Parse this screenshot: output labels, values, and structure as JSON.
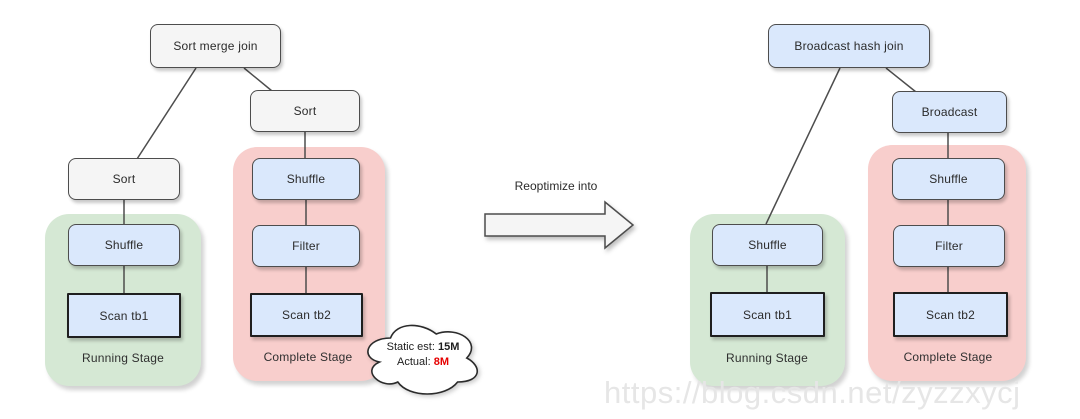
{
  "left_plan": {
    "root_label": "Sort merge join",
    "sort_left_label": "Sort",
    "sort_right_label": "Sort",
    "running_stage": {
      "label": "Running Stage",
      "shuffle": "Shuffle",
      "scan": "Scan tb1"
    },
    "complete_stage": {
      "label": "Complete Stage",
      "shuffle": "Shuffle",
      "filter": "Filter",
      "scan": "Scan tb2"
    },
    "callout": {
      "static_label": "Static est: ",
      "static_value": "15M",
      "actual_label": "Actual: ",
      "actual_value": "8M"
    }
  },
  "transition": {
    "label": "Reoptimize into"
  },
  "right_plan": {
    "root_label": "Broadcast hash join",
    "broadcast_label": "Broadcast",
    "running_stage": {
      "label": "Running Stage",
      "shuffle": "Shuffle",
      "scan": "Scan tb1"
    },
    "complete_stage": {
      "label": "Complete Stage",
      "shuffle": "Shuffle",
      "filter": "Filter",
      "scan": "Scan tb2"
    }
  },
  "watermark": "https://blog.csdn.net/zyzzxycj",
  "colors": {
    "running_stage_fill": "#d5e8d4",
    "complete_stage_fill": "#f8cecc",
    "node_blue_fill": "#dae8fc",
    "node_gray_fill": "#f5f5f5",
    "edge_stroke": "#4d4d4d",
    "actual_value_text": "#e60000",
    "watermark_text": "#e6e6e6"
  }
}
